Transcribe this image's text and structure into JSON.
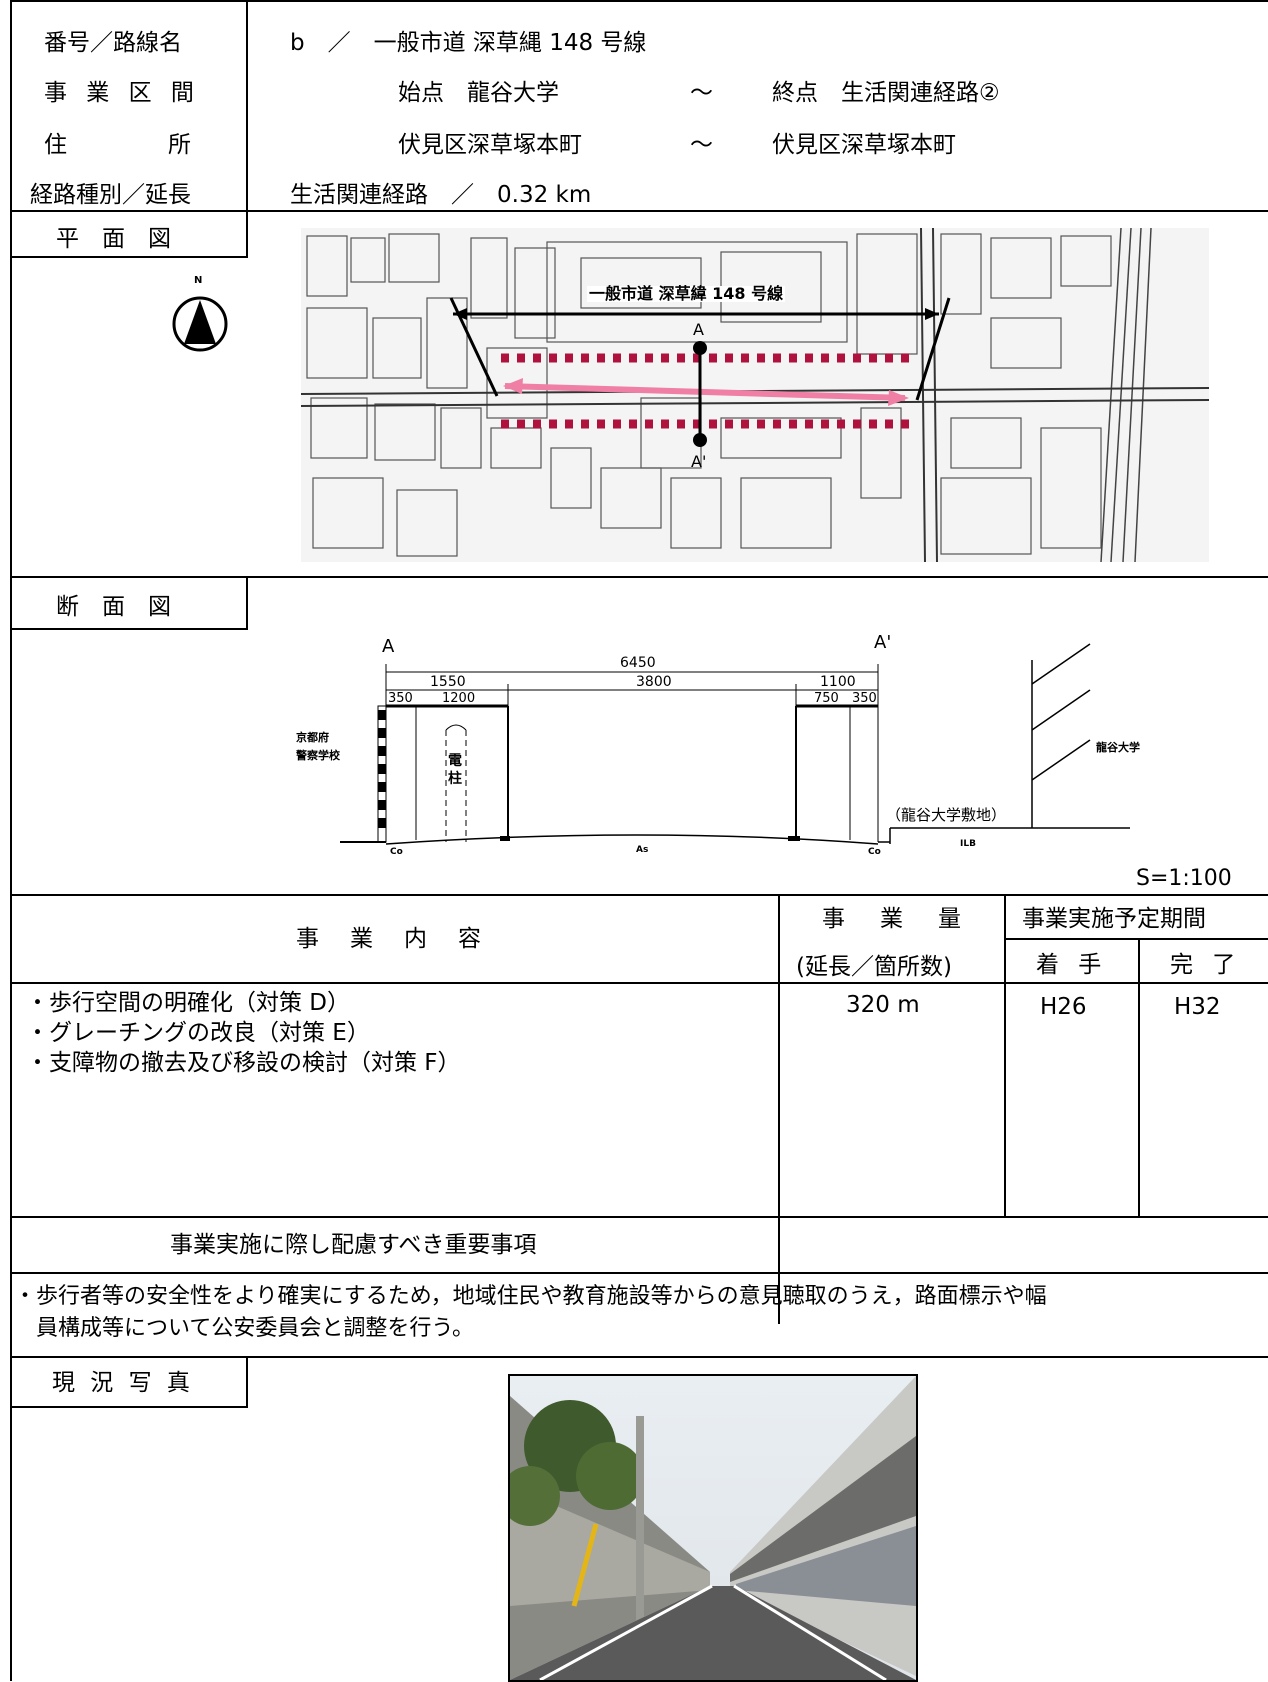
{
  "header": {
    "rows": [
      {
        "label": "番号／路線名",
        "value_a": "b　／　一般市道 深草縄 148 号線"
      },
      {
        "label": "事 業 区 間",
        "from": "始点　龍谷大学",
        "tilde": "～",
        "to": "終点　生活関連経路②"
      },
      {
        "label": "住　　　所",
        "from": "伏見区深草塚本町",
        "tilde": "～",
        "to": "伏見区深草塚本町"
      },
      {
        "label": "経路種別／延長",
        "value_a": "生活関連経路　／　0.32 km"
      }
    ]
  },
  "plan": {
    "tab": "平　面　図",
    "north": "N",
    "road_label": "一般市道 深草緯 148 号線",
    "point_a": "A",
    "point_a2": "A'"
  },
  "section": {
    "tab": "断　面　図",
    "point_a": "A",
    "point_a2": "A'",
    "total": "6450",
    "left_width": "1550",
    "center_width": "3800",
    "right_width": "1100",
    "d_350_left": "350",
    "d_1200": "1200",
    "d_750": "750",
    "d_350_right": "350",
    "left_building": [
      "京都府",
      "警察学校"
    ],
    "pole": [
      "電",
      "柱"
    ],
    "right_building": "龍谷大学",
    "site": "（龍谷大学敷地）",
    "co_left": "Co",
    "as": "As",
    "co_right": "Co",
    "ilb": "ILB",
    "scale": "S=1:100"
  },
  "table": {
    "content_header": "事　業　内　容",
    "amount_header": "事　業　量",
    "amount_sub": "(延長／箇所数)",
    "period_header": "事業実施予定期間",
    "start_header": "着 手",
    "end_header": "完 了",
    "items": [
      "・歩行空間の明確化（対策 D）",
      "・グレーチングの改良（対策 E）",
      "・支障物の撤去及び移設の検討（対策 F）"
    ],
    "amount": "320 m",
    "start": "H26",
    "end": "H32"
  },
  "notes": {
    "header": "事業実施に際し配慮すべき重要事項",
    "line1": "・歩行者等の安全性をより確実にするため，地域住民や教育施設等からの意見聴取のうえ，路面標示や幅",
    "line2": "　員構成等について公安委員会と調整を行う。"
  },
  "photo": {
    "tab": "現 況 写 真"
  }
}
